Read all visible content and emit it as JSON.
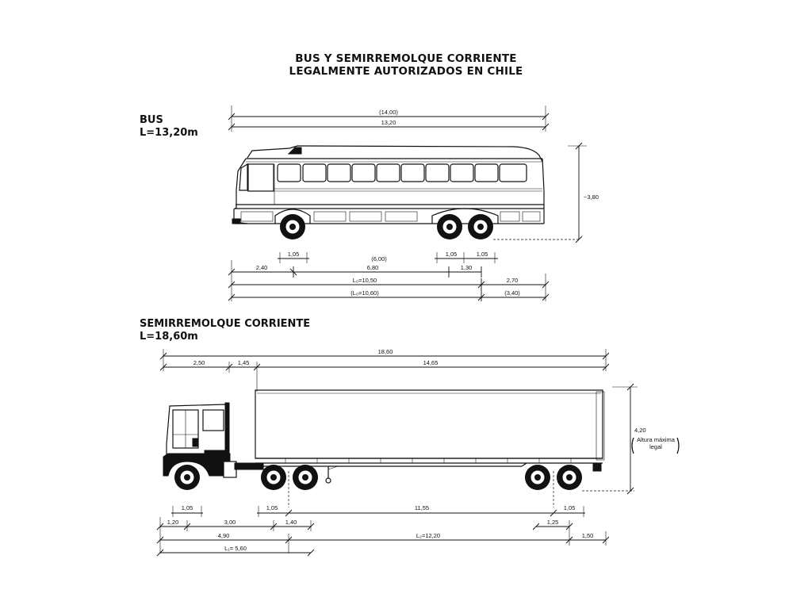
{
  "title": {
    "line1": "BUS Y SEMIRREMOLQUE CORRIENTE",
    "line2": "LEGALMENTE AUTORIZADOS EN CHILE"
  },
  "bus": {
    "name": "BUS",
    "length_label": "L=13,20m",
    "dims": {
      "overall_max": "(14,00)",
      "overall": "13,20",
      "height": "~3,80",
      "front_axle_tire": "1,05",
      "wheelbase_max": "(6,00)",
      "rear_tire_1": "1,05",
      "rear_tire_2": "1,05",
      "front_overhang": "2,40",
      "wheelbase": "6,80",
      "tandem_spacing": "1,30",
      "lo": "L₀=10,50",
      "rear_overhang": "2,70",
      "lo_max": "(L₀=10,60)",
      "rear_overhang_max": "(3,40)"
    }
  },
  "semi": {
    "name": "SEMIRREMOLQUE CORRIENTE",
    "length_label": "L=18,60m",
    "dims": {
      "overall": "18,60",
      "seg_a": "2,50",
      "seg_b": "1,45",
      "seg_c": "14,65",
      "height": "4,20",
      "height_note": "Altura máxima legal",
      "front_tire": "1,05",
      "drive_tire": "1,05",
      "axle_span": "11,55",
      "rear_tire": "1,05",
      "front_overhang": "1,20",
      "tractor_wb": "3,00",
      "drive_spacing": "1,40",
      "trailer_spacing": "1,25",
      "tractor_len": "4,90",
      "l2": "L₂=12,20",
      "rear_overhang": "1,50",
      "l1": "L₁= 5,60"
    }
  }
}
